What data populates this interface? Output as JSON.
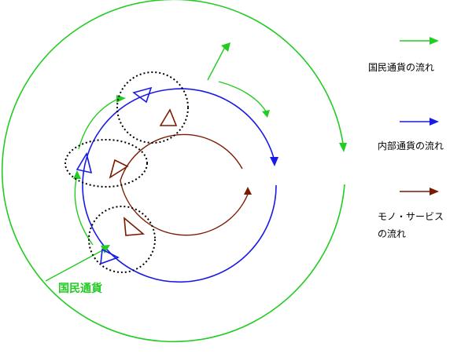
{
  "colors": {
    "green": "#22cc22",
    "blue": "#1a1ae6",
    "brown": "#7a1a00",
    "dotted": "#000000"
  },
  "legend": {
    "national_currency_flow": "国民通貨の流れ",
    "internal_currency_flow": "内部通貨の流れ",
    "goods_services_flow_line1": "モノ・サービス",
    "goods_services_flow_line2": "の流れ"
  },
  "labels": {
    "national_currency": "国民通貨"
  }
}
